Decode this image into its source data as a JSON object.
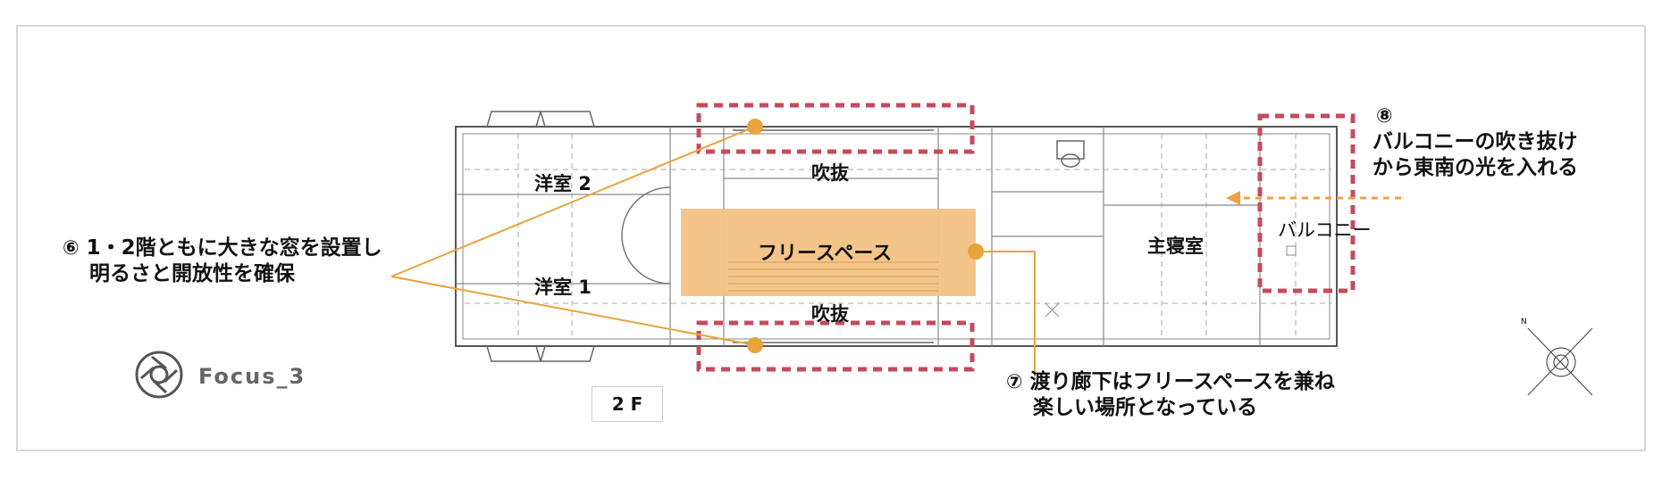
{
  "plan": {
    "rooms": {
      "western_room_2": "洋室 2",
      "western_room_1": "洋室 1",
      "atrium_top": "吹抜",
      "atrium_bottom": "吹抜",
      "free_space": "フリースペース",
      "master_bedroom": "主寝室",
      "balcony": "バルコニー"
    },
    "floor_label": "2 F",
    "compass_north": "N"
  },
  "annotations": {
    "note6": {
      "number": "⑥",
      "line1": "1・2階ともに大きな窓を設置し",
      "line2": "明るさと開放性を確保"
    },
    "note7": {
      "number": "⑦",
      "line1": "渡り廊下はフリースペースを兼ね",
      "line2": "楽しい場所となっている"
    },
    "note8": {
      "number": "⑧",
      "line1": "バルコニーの吹き抜け",
      "line2": "から東南の光を入れる"
    }
  },
  "logo": {
    "text": "Focus_3"
  },
  "colors": {
    "accent_orange": "#E8A33C",
    "free_space_fill": "#F3C283",
    "dashed_red": "#C44B5E",
    "wall": "#555555"
  }
}
